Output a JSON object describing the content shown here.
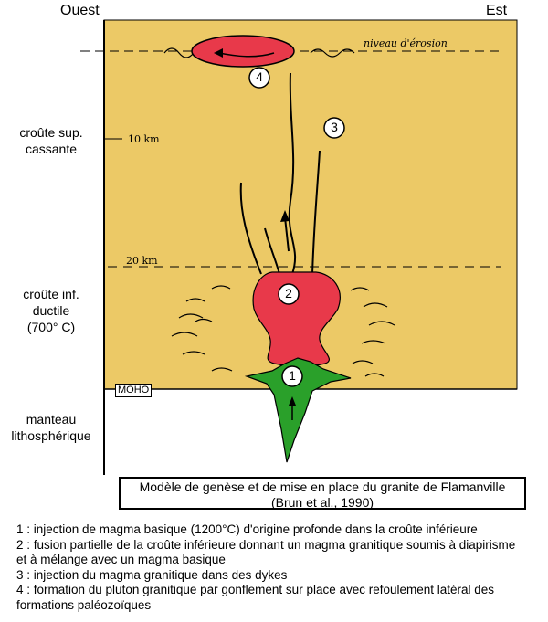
{
  "directions": {
    "west": "Ouest",
    "east": "Est"
  },
  "depths": {
    "erosion": "niveau d'érosion",
    "d10": "10 km",
    "d20": "20 km",
    "moho": "MOHO"
  },
  "layers": {
    "upper_crust": [
      "croûte sup.",
      "cassante"
    ],
    "lower_crust": [
      "croûte inf.",
      "ductile",
      "(700° C)"
    ],
    "mantle": [
      "manteau",
      "lithosphérique"
    ]
  },
  "markers": [
    "1",
    "2",
    "3",
    "4"
  ],
  "caption": {
    "line1": "Modèle de genèse et de mise en place du granite de Flamanville",
    "line2": "(Brun et al., 1990)"
  },
  "legend": [
    "1 : injection de magma basique (1200°C) d'origine profonde dans la croûte inférieure",
    "2 : fusion partielle de la croûte inférieure donnant un magma granitique soumis à diapirisme",
    "et à mélange avec un magma basique",
    "3 : injection du magma granitique dans des dykes",
    "4 : formation du pluton granitique par gonflement sur place avec refoulement latéral des",
    "formations paléozoïques"
  ],
  "colors": {
    "crust": "#ecc966",
    "granite": "#e8394a",
    "basic_magma": "#2aa02a"
  }
}
